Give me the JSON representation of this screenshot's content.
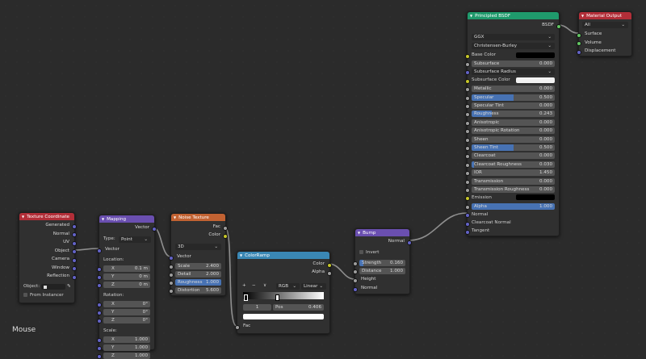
{
  "canvas_label": "Mouse",
  "colors": {
    "geometry_header": "#b22e38",
    "vector_header": "#6a4fb0",
    "texture_header": "#c26232",
    "converter_header": "#3a87b4",
    "shader_header": "#1f9a6c",
    "output_header": "#b22e38",
    "socket_color": "#c7c729",
    "socket_gray": "#9e9e9e",
    "socket_vector": "#6363c7",
    "socket_shader": "#63c763",
    "value_bar": "#4772b3"
  },
  "texcoord": {
    "title": "Texture Coordinate",
    "outputs": [
      "Generated",
      "Normal",
      "UV",
      "Object",
      "Camera",
      "Window",
      "Reflection"
    ],
    "object_label": "Object:",
    "from_instancer": "From Instancer"
  },
  "mapping": {
    "title": "Mapping",
    "output": "Vector",
    "type_label": "Type:",
    "type_value": "Point",
    "vector_in": "Vector",
    "location_label": "Location:",
    "rotation_label": "Rotation:",
    "scale_label": "Scale:",
    "location": [
      {
        "axis": "X",
        "value": "0.1 m"
      },
      {
        "axis": "Y",
        "value": "0 m"
      },
      {
        "axis": "Z",
        "value": "0 m"
      }
    ],
    "rotation": [
      {
        "axis": "X",
        "value": "0°"
      },
      {
        "axis": "Y",
        "value": "0°"
      },
      {
        "axis": "Z",
        "value": "0°"
      }
    ],
    "scale": [
      {
        "axis": "X",
        "value": "1.000"
      },
      {
        "axis": "Y",
        "value": "1.000"
      },
      {
        "axis": "Z",
        "value": "1.000"
      }
    ]
  },
  "noise": {
    "title": "Noise Texture",
    "out_fac": "Fac",
    "out_color": "Color",
    "dims": "3D",
    "vector_in": "Vector",
    "fields": [
      {
        "label": "Scale",
        "value": "2.400"
      },
      {
        "label": "Detail",
        "value": "2.000"
      },
      {
        "label": "Roughness",
        "value": "1.000"
      },
      {
        "label": "Distortion",
        "value": "5.600"
      }
    ]
  },
  "ramp": {
    "title": "ColorRamp",
    "out_color": "Color",
    "out_alpha": "Alpha",
    "plus": "+",
    "minus": "−",
    "caret": "∨",
    "mode": "RGB",
    "interp": "Linear",
    "index": "1",
    "pos_label": "Pos",
    "pos_value": "0.406",
    "fac_in": "Fac"
  },
  "bump": {
    "title": "Bump",
    "out_normal": "Normal",
    "invert": "Invert",
    "strength_label": "Strength",
    "strength_value": "0.160",
    "distance_label": "Distance",
    "distance_value": "1.000",
    "height_in": "Height",
    "normal_in": "Normal"
  },
  "bsdf": {
    "title": "Principled BSDF",
    "output": "BSDF",
    "distribution": "GGX",
    "subsurface_method": "Christensen-Burley",
    "inputs": [
      {
        "label": "Base Color",
        "kind": "color",
        "color": "#000000"
      },
      {
        "label": "Subsurface",
        "kind": "value",
        "value": "0.000",
        "fill": 0
      },
      {
        "label": "Subsurface Radius",
        "kind": "select",
        "value": ""
      },
      {
        "label": "Subsurface Color",
        "kind": "color",
        "color": "#f2f2f2"
      },
      {
        "label": "Metallic",
        "kind": "value",
        "value": "0.000",
        "fill": 0
      },
      {
        "label": "Specular",
        "kind": "value",
        "value": "0.500",
        "fill": 0.5
      },
      {
        "label": "Specular Tint",
        "kind": "value",
        "value": "0.000",
        "fill": 0
      },
      {
        "label": "Roughness",
        "kind": "value",
        "value": "0.243",
        "fill": 0.243
      },
      {
        "label": "Anisotropic",
        "kind": "value",
        "value": "0.000",
        "fill": 0
      },
      {
        "label": "Anisotropic Rotation",
        "kind": "value",
        "value": "0.000",
        "fill": 0
      },
      {
        "label": "Sheen",
        "kind": "value",
        "value": "0.000",
        "fill": 0
      },
      {
        "label": "Sheen Tint",
        "kind": "value",
        "value": "0.500",
        "fill": 0.5
      },
      {
        "label": "Clearcoat",
        "kind": "value",
        "value": "0.000",
        "fill": 0
      },
      {
        "label": "Clearcoat Roughness",
        "kind": "value",
        "value": "0.030",
        "fill": 0.03
      },
      {
        "label": "IOR",
        "kind": "value",
        "value": "1.450",
        "fill": 0
      },
      {
        "label": "Transmission",
        "kind": "value",
        "value": "0.000",
        "fill": 0
      },
      {
        "label": "Transmission Roughness",
        "kind": "value",
        "value": "0.000",
        "fill": 0
      },
      {
        "label": "Emission",
        "kind": "color",
        "color": "#000000"
      },
      {
        "label": "Alpha",
        "kind": "value",
        "value": "1.000",
        "fill": 1
      },
      {
        "label": "Normal",
        "kind": "socket"
      },
      {
        "label": "Clearcoat Normal",
        "kind": "socket"
      },
      {
        "label": "Tangent",
        "kind": "socket"
      }
    ]
  },
  "output": {
    "title": "Material Output",
    "target": "All",
    "inputs": [
      "Surface",
      "Volume",
      "Displacement"
    ]
  }
}
